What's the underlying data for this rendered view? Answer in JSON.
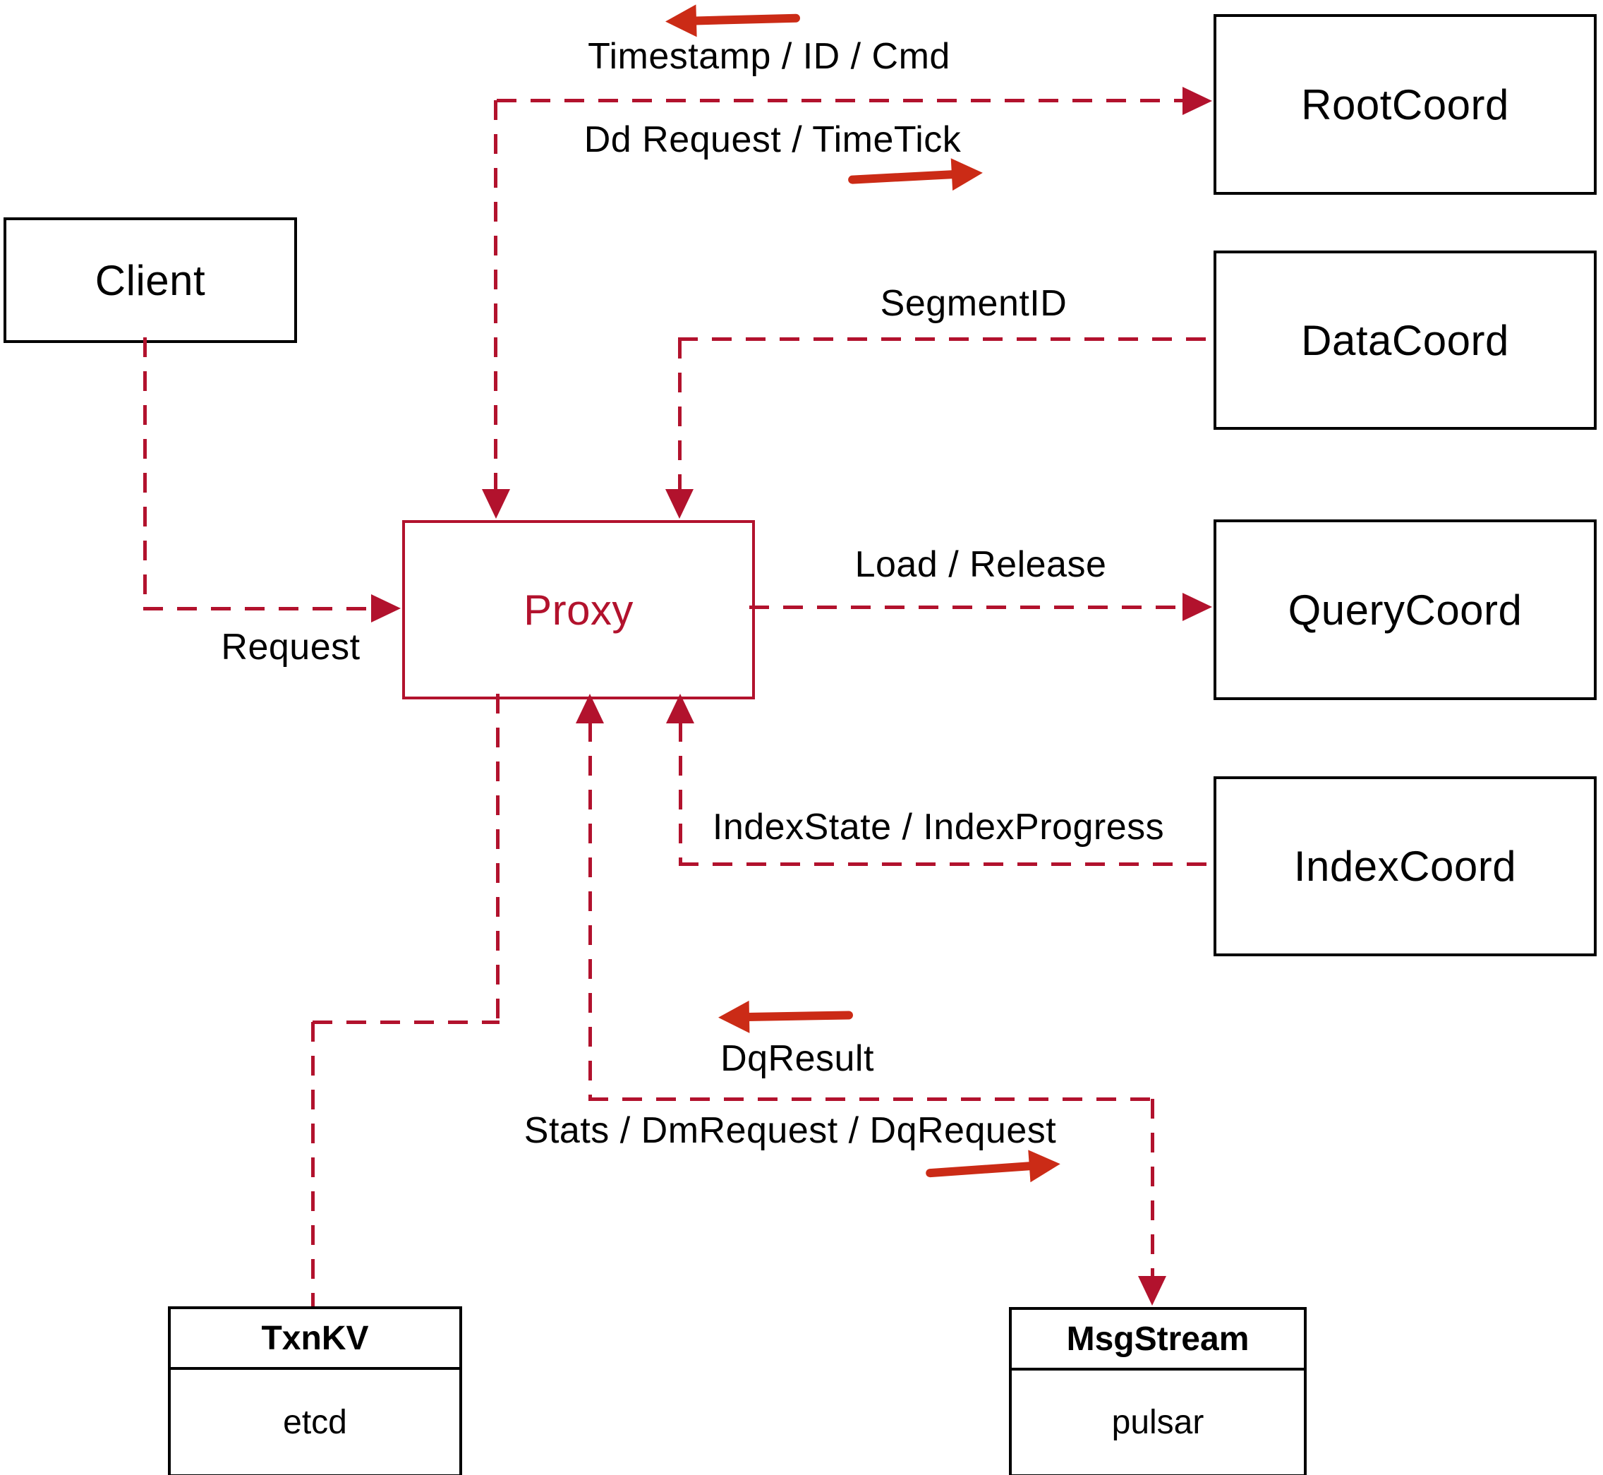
{
  "nodes": {
    "client": {
      "label": "Client"
    },
    "proxy": {
      "label": "Proxy"
    },
    "root_coord": {
      "label": "RootCoord"
    },
    "data_coord": {
      "label": "DataCoord"
    },
    "query_coord": {
      "label": "QueryCoord"
    },
    "index_coord": {
      "label": "IndexCoord"
    },
    "txn_kv": {
      "title": "TxnKV",
      "impl": "etcd"
    },
    "msg_stream": {
      "title": "MsgStream",
      "impl": "pulsar"
    }
  },
  "edges": {
    "proxy_rootcoord": {
      "to_proxy_label": "Timestamp / ID / Cmd",
      "to_rootcoord_label": "Dd Request / TimeTick"
    },
    "datacoord_proxy": {
      "label": "SegmentID"
    },
    "proxy_querycoord": {
      "label": "Load / Release"
    },
    "indexcoord_proxy": {
      "label": "IndexState / IndexProgress"
    },
    "client_proxy": {
      "label": "Request"
    },
    "proxy_msgstream": {
      "to_proxy_label": "DqResult",
      "to_msgstream_label": "Stats / DmRequest / DqRequest"
    }
  },
  "colors": {
    "connector": "#b2122d",
    "direction_arrow": "#cb2b16",
    "node_border": "#000000",
    "proxy_accent": "#b2122d"
  }
}
